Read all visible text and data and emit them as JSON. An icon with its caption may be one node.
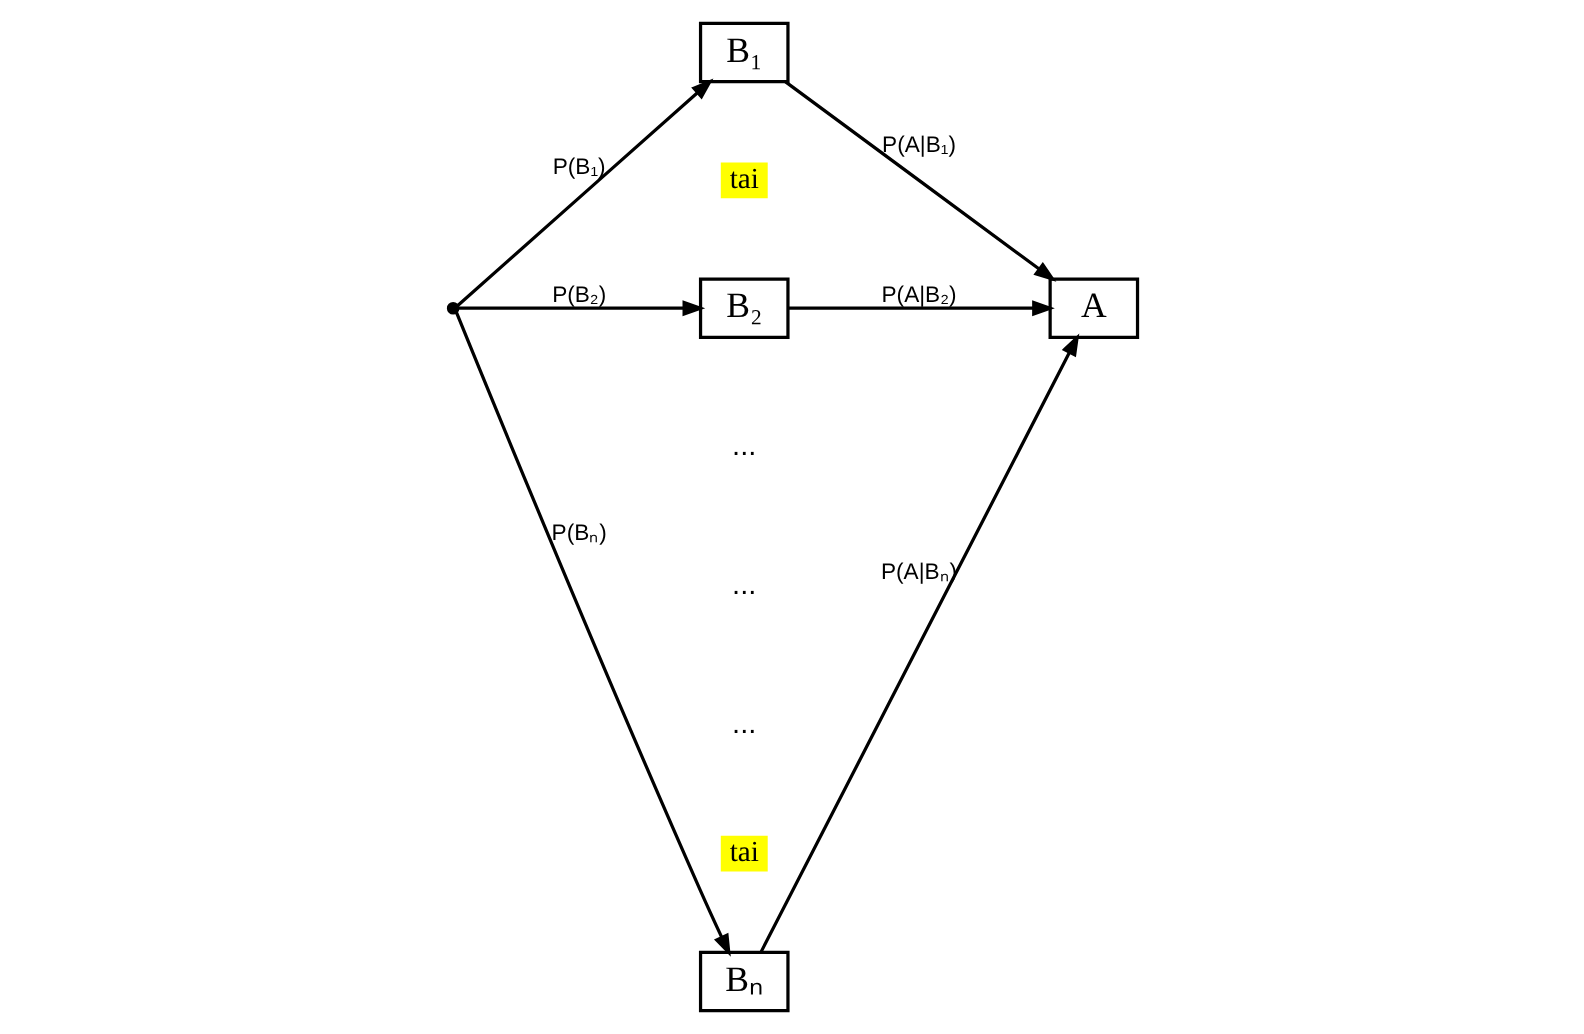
{
  "diagram": {
    "nodes": [
      {
        "text": [],
        "shape": "circle"
      },
      {
        "text": [
          "B₁"
        ]
      },
      {
        "text": [
          "B₂"
        ]
      },
      {
        "text": [
          "A"
        ]
      },
      {
        "text": [
          "Bₙ"
        ]
      }
    ],
    "edges": [
      {
        "from": 0,
        "to": 1,
        "label": "P(B₁)",
        "arrow": "to"
      },
      {
        "from": 1,
        "to": 3,
        "label": "P(A|B₁)",
        "arrow": "to"
      },
      {
        "from": 0,
        "to": 2,
        "label": "P(B₂)",
        "arrow": "to"
      },
      {
        "from": 2,
        "to": 3,
        "label": "P(A|B₂)",
        "arrow": "to"
      },
      {
        "from": 0,
        "to": 4,
        "label": "P(Bₙ)",
        "arrow": "to"
      },
      {
        "from": 4,
        "to": 3,
        "label": "P(A|Bₙ)",
        "arrow": "to"
      }
    ],
    "labels": [
      "tai",
      "...",
      "...",
      "...",
      "tai"
    ]
  }
}
